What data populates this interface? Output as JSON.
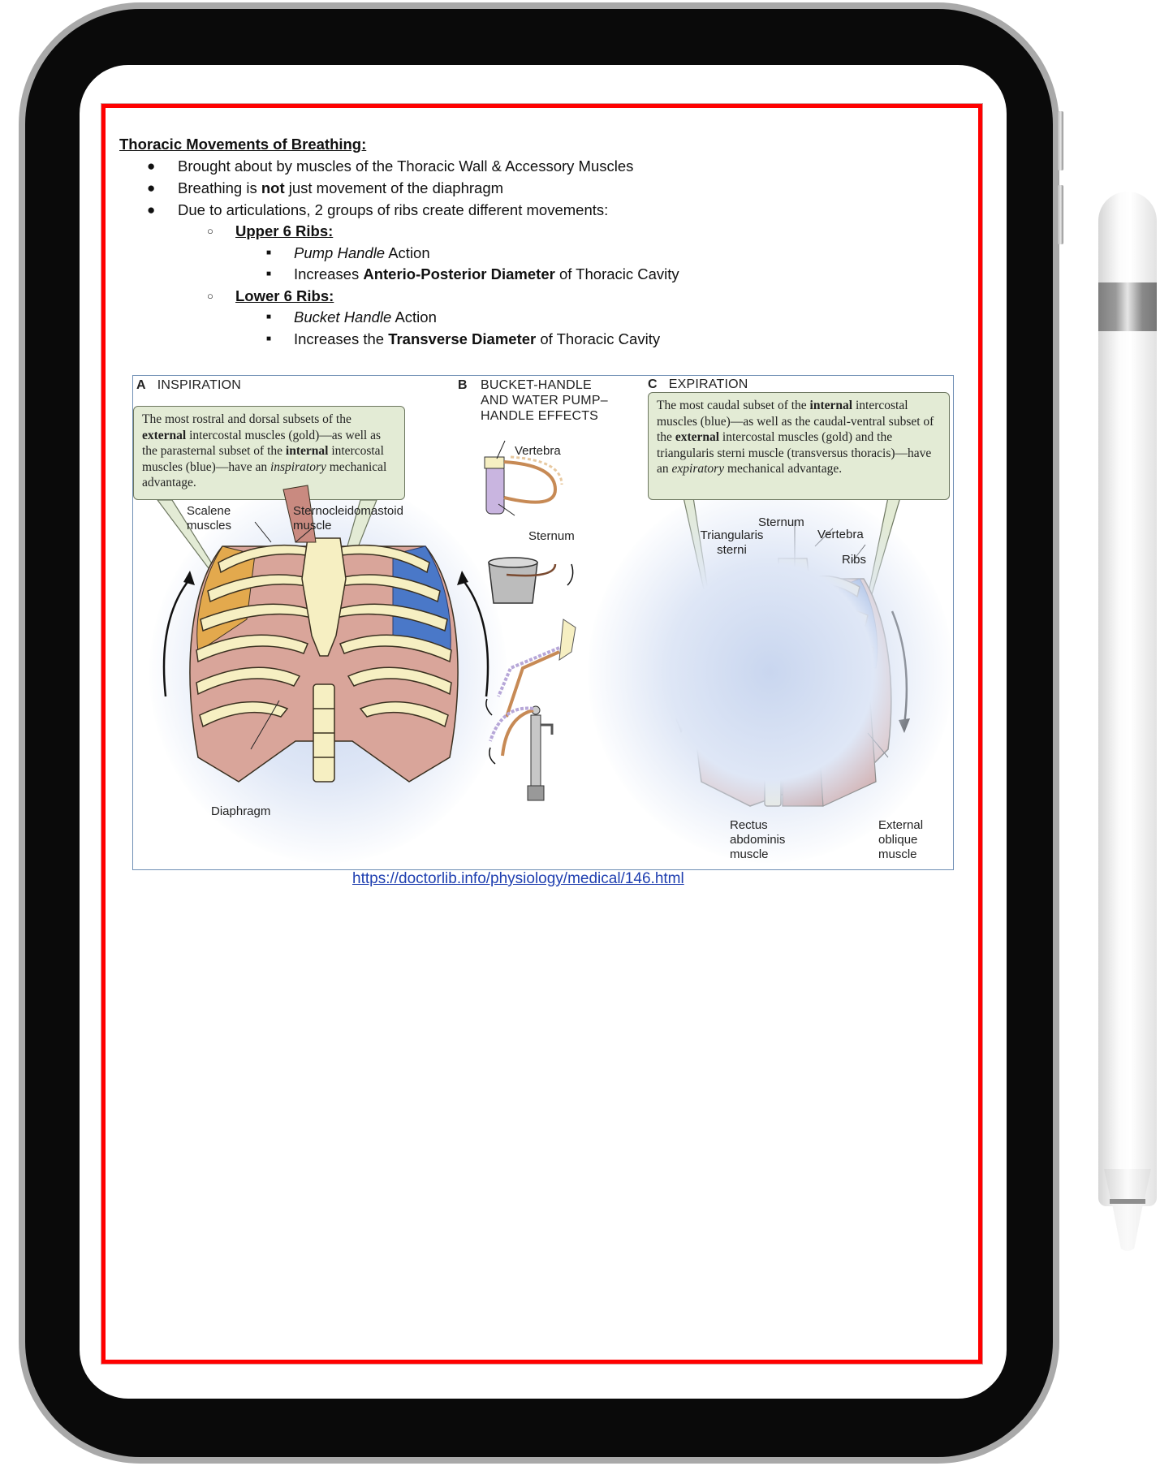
{
  "document": {
    "title": "Thoracic Movements of Breathing:",
    "bullets": [
      {
        "text": "Brought about by muscles of the Thoracic Wall & Accessory Muscles"
      },
      {
        "pre": "Breathing is ",
        "bold": "not",
        "post": " just movement of the diaphragm"
      },
      {
        "text": "Due to articulations, 2 groups of ribs create different movements:"
      }
    ],
    "groups": [
      {
        "heading": "Upper 6 Ribs:",
        "items": [
          {
            "italic": "Pump Handle",
            "post": " Action"
          },
          {
            "pre": "Increases ",
            "bold": "Anterio-Posterior Diameter",
            "post": " of Thoracic Cavity"
          }
        ]
      },
      {
        "heading": "Lower 6 Ribs:",
        "items": [
          {
            "italic": "Bucket Handle",
            "post": " Action"
          },
          {
            "pre": "Increases the ",
            "bold": "Transverse Diameter",
            "post": " of Thoracic Cavity"
          }
        ]
      }
    ],
    "markers": {
      "level1": "●",
      "level2": "○",
      "level3": "■"
    }
  },
  "figure": {
    "panel_a": {
      "letter": "A",
      "title": "INSPIRATION",
      "callout": {
        "t1": "The most rostral and dorsal subsets of the ",
        "b1": "external",
        "t2": " intercostal muscles (gold)—as well as the parasternal subset of the ",
        "b2": "internal",
        "t3": " intercostal muscles (blue)—have an ",
        "i1": "inspiratory",
        "t4": " mechanical advantage."
      },
      "labels": {
        "scalene": "Scalene muscles",
        "scm": "Sternocleidomastoid muscle",
        "diaphragm": "Diaphragm"
      }
    },
    "panel_b": {
      "letter": "B",
      "title_lines": [
        "BUCKET-HANDLE",
        "AND WATER PUMP–",
        "HANDLE  EFFECTS"
      ],
      "labels": {
        "vertebra": "Vertebra",
        "sternum": "Sternum"
      }
    },
    "panel_c": {
      "letter": "C",
      "title": "EXPIRATION",
      "callout": {
        "t1": "The most caudal subset of the ",
        "b1": "internal",
        "t2": " intercostal muscles (blue)—as well as the caudal-ventral subset of the ",
        "b2": "external",
        "t3": " intercostal muscles (gold) and the triangularis sterni muscle (transversus thoracis)—have an ",
        "i1": "expiratory",
        "t4": " mechanical advantage."
      },
      "labels": {
        "sternum": "Sternum",
        "triangularis": "Triangularis sterni",
        "vertebra": "Vertebra",
        "ribs": "Ribs",
        "rectus": "Rectus abdominis muscle",
        "oblique": "External oblique muscle"
      }
    },
    "colors": {
      "gold_muscle": "#e3a94d",
      "blue_muscle": "#4a78c8",
      "bone": "#f6efc2",
      "muscle_red": "#c98a80",
      "callout_bg": "#e3ebd5",
      "border": "#6f8fb5"
    }
  },
  "source_link": "https://doctorlib.info/physiology/medical/146.html",
  "device": {
    "frame_color": "#0a0a0a",
    "bezel_color": "#a9a9a9",
    "page_border_color": "#ff0000"
  }
}
